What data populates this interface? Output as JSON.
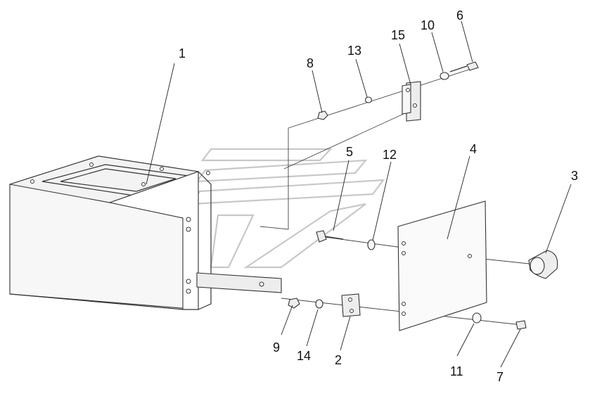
{
  "diagram": {
    "callouts": [
      "1",
      "2",
      "3",
      "4",
      "5",
      "6",
      "7",
      "8",
      "9",
      "10",
      "11",
      "12",
      "13",
      "14",
      "15"
    ]
  },
  "colors": {
    "line": "#333333",
    "shade": "#ededed",
    "watermark": "#c8c8c8"
  }
}
